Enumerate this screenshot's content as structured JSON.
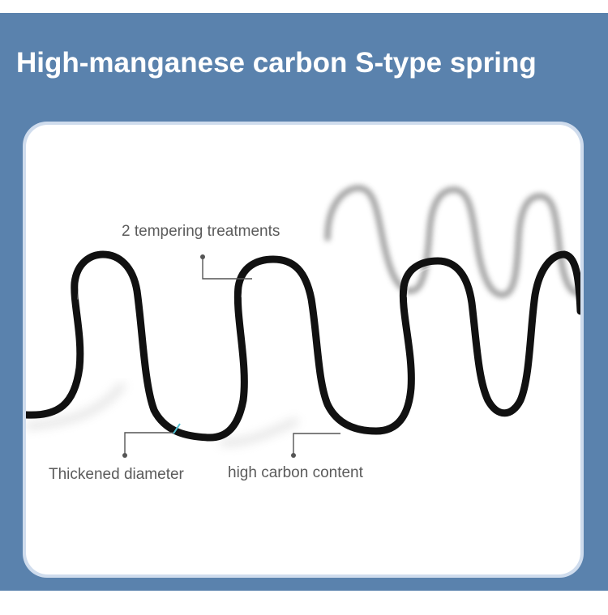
{
  "title": "High-manganese carbon S-type spring",
  "callouts": {
    "tempering": "2 tempering treatments",
    "diameter": "Thickened diameter",
    "carbon": "high carbon content"
  },
  "colors": {
    "panel_blue": "#5a82ad",
    "frame_light_blue": "#cfdced",
    "spring_black": "#111111",
    "label_gray": "#5b5b5b",
    "accent_cyan": "#4fc3d6"
  }
}
